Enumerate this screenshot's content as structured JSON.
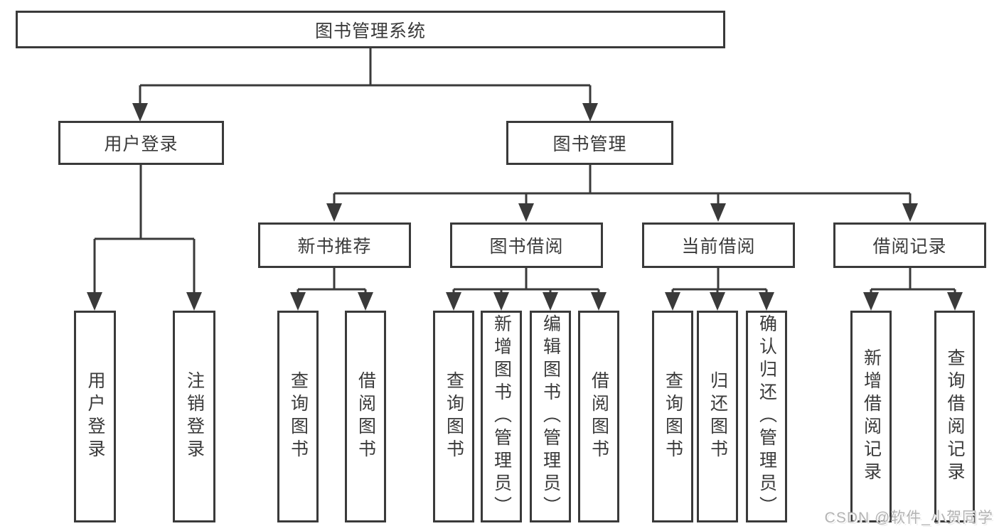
{
  "tree": {
    "root": {
      "label": "图书管理系统",
      "children": [
        {
          "label": "用户登录",
          "leaves": [
            "用户登录",
            "注销登录"
          ]
        },
        {
          "label": "图书管理",
          "children": [
            {
              "label": "新书推荐",
              "leaves": [
                "查询图书",
                "借阅图书"
              ]
            },
            {
              "label": "图书借阅",
              "leaves": [
                "查询图书",
                "新增图书（管理员）",
                "编辑图书（管理员）",
                "借阅图书"
              ]
            },
            {
              "label": "当前借阅",
              "leaves": [
                "查询图书",
                "归还图书",
                "确认归还（管理员）"
              ]
            },
            {
              "label": "借阅记录",
              "leaves": [
                "新增借阅记录",
                "查询借阅记录"
              ]
            }
          ]
        }
      ]
    }
  },
  "watermark": {
    "text": "CSDN @软件_小贺同学"
  },
  "colors": {
    "line": "#3a3a3a",
    "text": "#3a3a3a",
    "background": "#ffffff",
    "watermark": "#b3b3b3"
  }
}
